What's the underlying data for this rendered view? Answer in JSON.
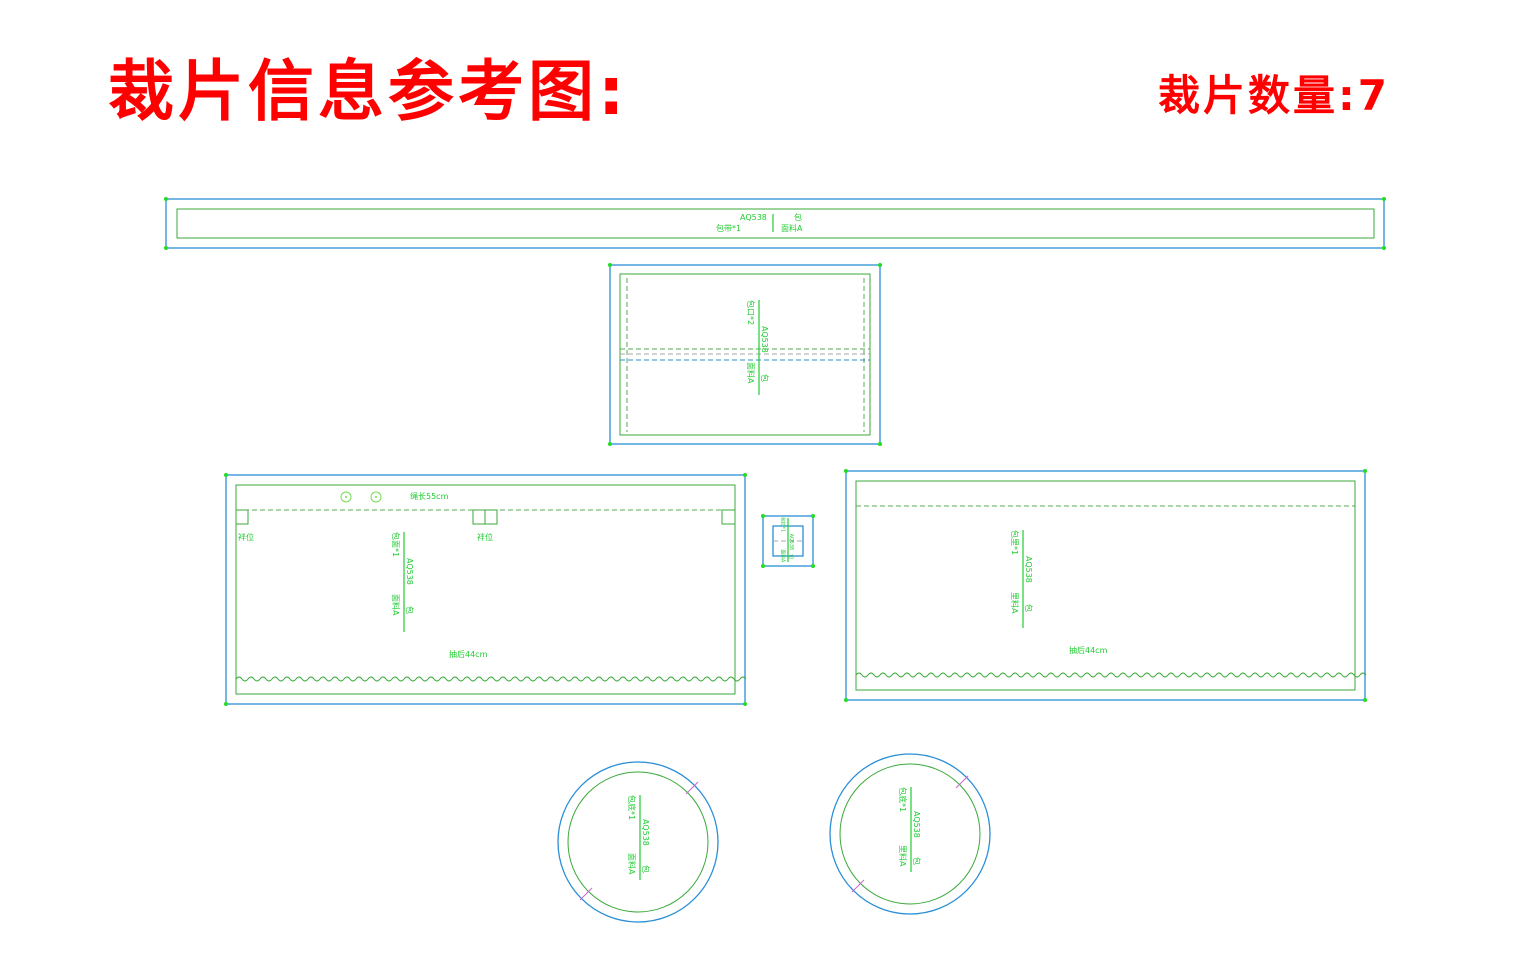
{
  "header": {
    "title": "裁片信息参考图:",
    "count_label": "裁片数量:",
    "count_value": "7"
  },
  "colors": {
    "title": "#ff0000",
    "cut_line": "#2a8fd6",
    "sew_line": "#3aa83a",
    "text": "#22cc33"
  },
  "pieces": [
    {
      "name": "包带*1",
      "style": "AQ538",
      "prefix": "包",
      "material": "面料A"
    },
    {
      "name": "包口*2",
      "style": "AQ538",
      "prefix": "包",
      "material": "面料A"
    },
    {
      "name": "包面*1",
      "style": "AQ538",
      "prefix": "包",
      "material": "面料A",
      "notes": [
        "绳长55cm",
        "袢位",
        "袢位",
        "抽后44cm"
      ]
    },
    {
      "name": "包扣*1",
      "style": "AQ538",
      "prefix": "包",
      "material": "面料A"
    },
    {
      "name": "包里*1",
      "style": "AQ538",
      "prefix": "包",
      "material": "里料A",
      "notes": [
        "抽后44cm"
      ]
    },
    {
      "name": "包底*1",
      "style": "AQ538",
      "prefix": "包",
      "material": "面料A"
    },
    {
      "name": "包底*1",
      "style": "AQ538",
      "prefix": "包",
      "material": "里料A"
    }
  ]
}
